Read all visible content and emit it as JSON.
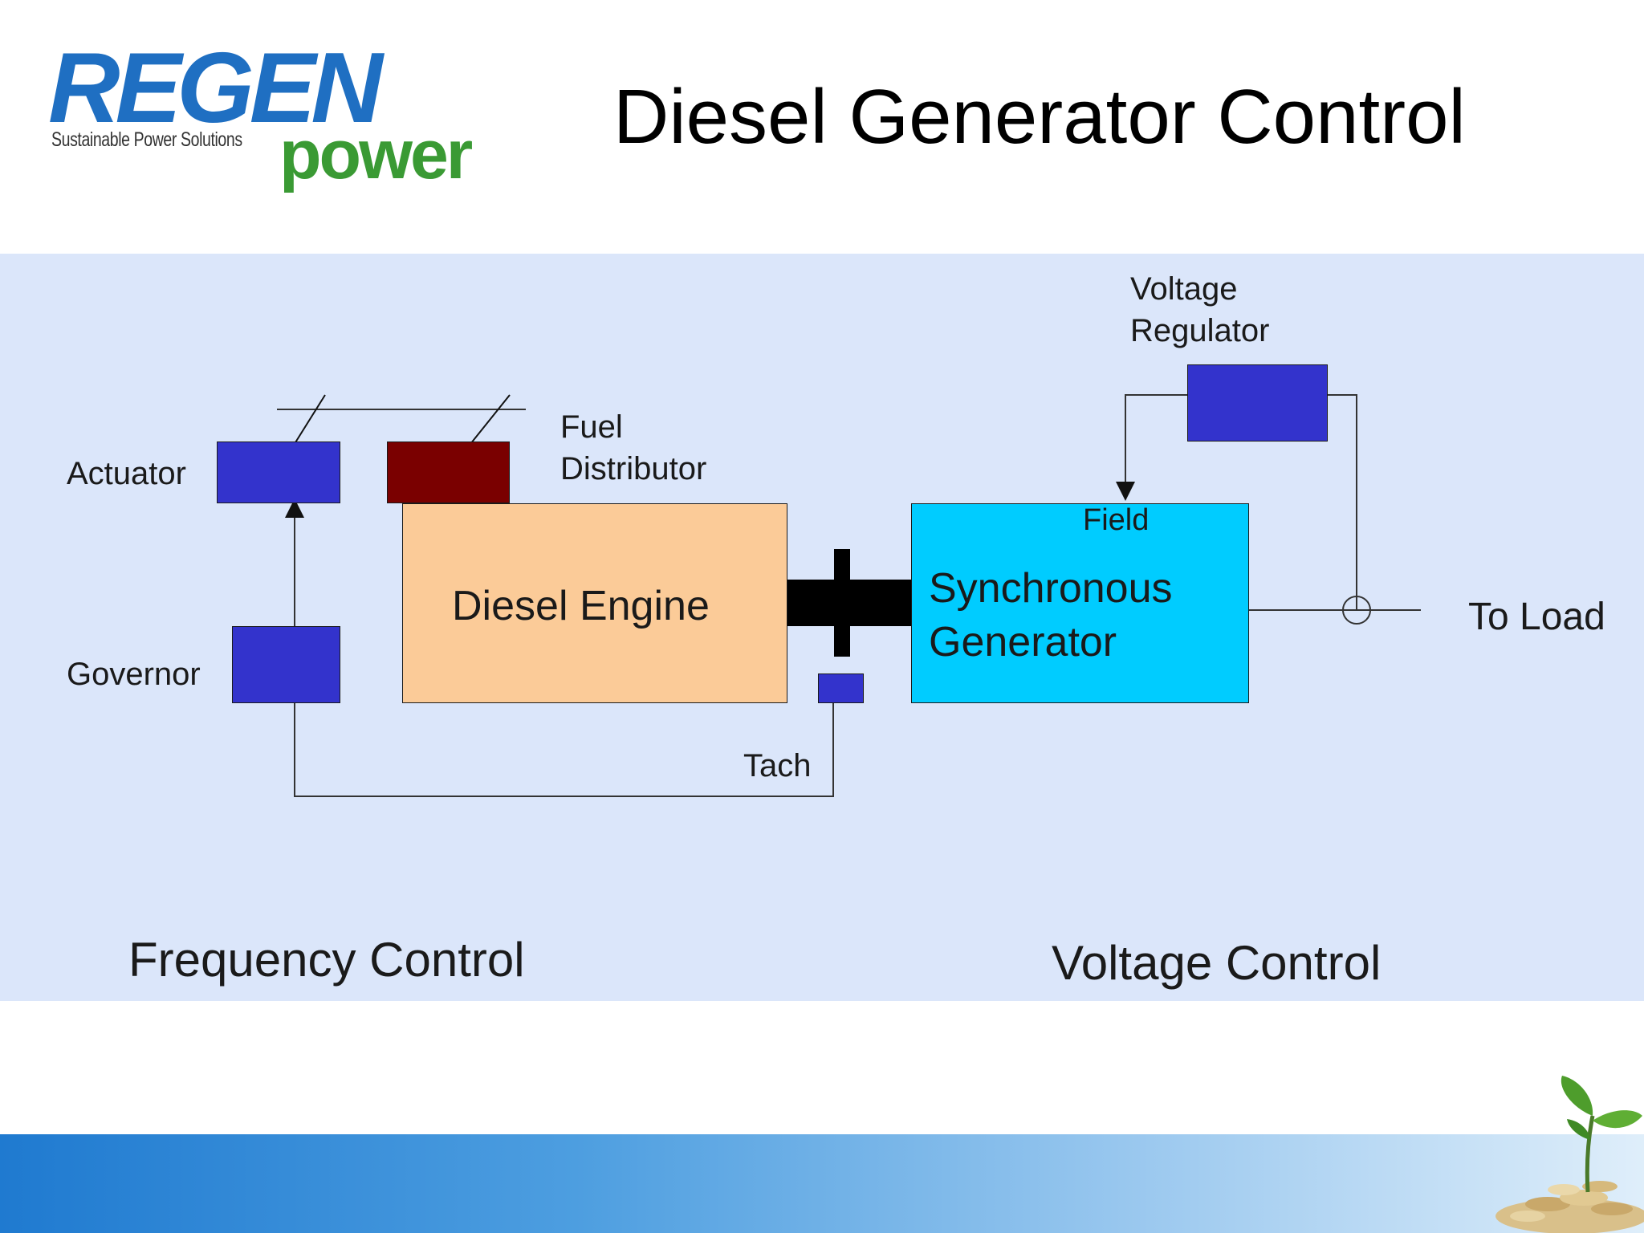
{
  "logo": {
    "wordmark": "REGEN",
    "tagline": "Sustainable Power Solutions",
    "sub": "power"
  },
  "title": "Diesel Generator Control",
  "diagram": {
    "actuator": "Actuator",
    "governor": "Governor",
    "fuel_distributor": [
      "Fuel",
      "Distributor"
    ],
    "diesel_engine": "Diesel Engine",
    "tach": "Tach",
    "voltage_regulator": [
      "Voltage",
      "Regulator"
    ],
    "field": "Field",
    "synchronous_generator": [
      "Synchronous",
      "Generator"
    ],
    "to_load": "To Load"
  },
  "sections": {
    "frequency": "Frequency Control",
    "voltage": "Voltage Control"
  },
  "colors": {
    "control_block": "#3333cc",
    "fuel_distributor": "#7a0000",
    "engine": "#fbcb98",
    "generator": "#00ccff",
    "panel": "#dbe6fa",
    "wordmark": "#1f6fc2",
    "power": "#3a9a34"
  }
}
